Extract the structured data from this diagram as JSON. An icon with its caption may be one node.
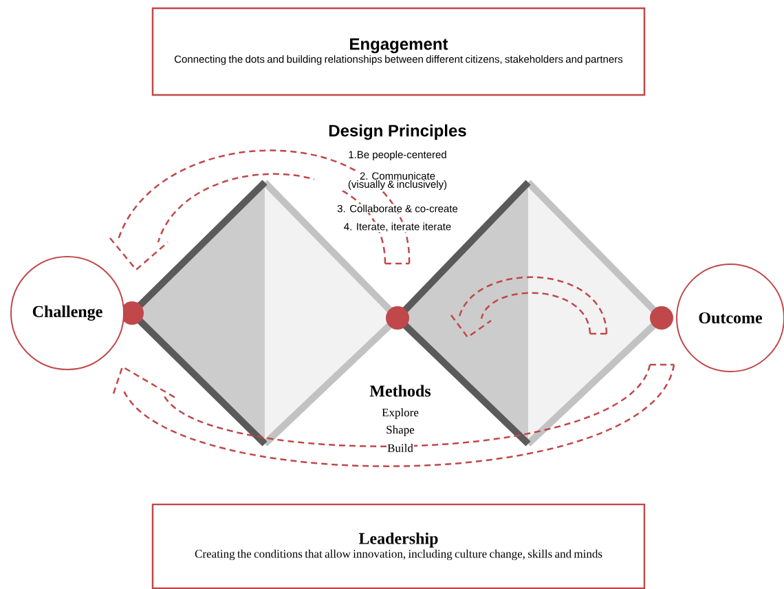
{
  "diagram": {
    "nodes": [
      {
        "text": [
          "Engagement",
          "Connecting the dots and building relationships between different citizens, stakeholders and partners"
        ]
      },
      {
        "text": [
          "Challenge"
        ]
      },
      {
        "text": [
          "Outcome"
        ]
      },
      {
        "text": [
          "Leadership",
          "Creating the conditions that allow innovation, including culture change, skills and minds"
        ]
      }
    ],
    "labels": [
      "Design Principles",
      "1.Be people-centered",
      "2. Communicate (visually & inclusively)",
      "3. Collaborate & co-create",
      "4. Iterate, iterate iterate",
      "Methods",
      "Explore",
      "Shape",
      "Build"
    ]
  }
}
